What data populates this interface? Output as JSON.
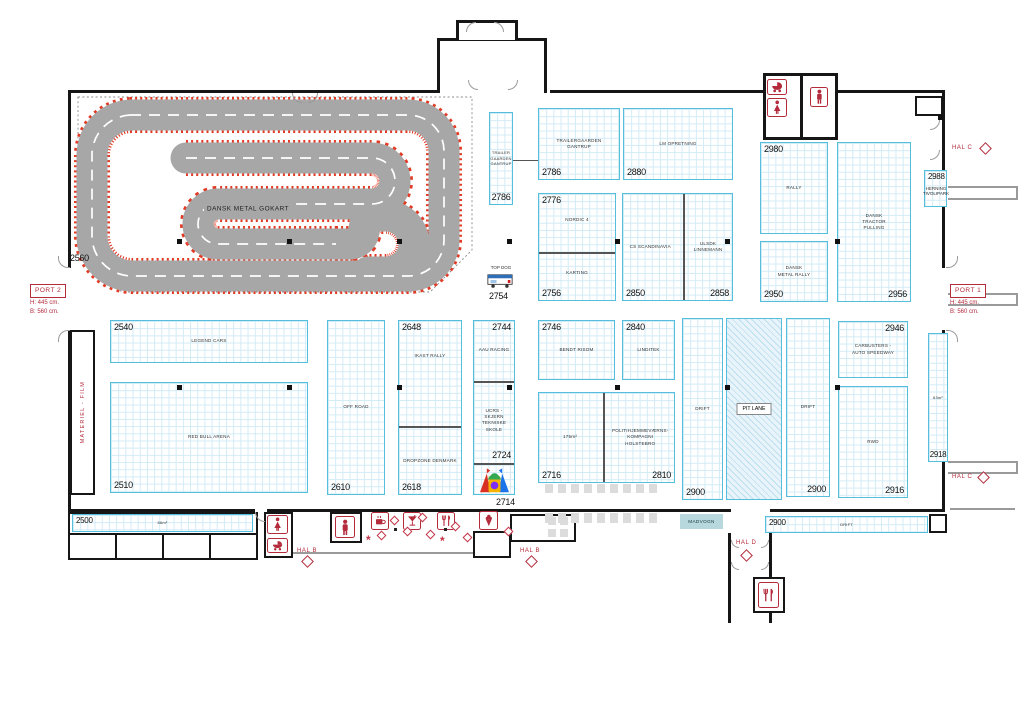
{
  "track": {
    "label": "DANSK METAL GOKART",
    "number": "2560"
  },
  "booths": {
    "t2786s": {
      "number": "2786",
      "label": "TRAILER GAARDEN GANTRUP"
    },
    "t2786": {
      "number": "2786",
      "label": "TRAILERGAARDEN GANTRUP"
    },
    "t2880": {
      "number": "2880",
      "label": "LM OPRETNING"
    },
    "t2776": {
      "number": "2776",
      "label": "NORDIC 4"
    },
    "t2756": {
      "number": "2756",
      "label": "KARTING"
    },
    "t2850": {
      "number": "2850",
      "label": "CS SCANDINAVIA"
    },
    "t2858": {
      "number": "2858",
      "label": "ULSDK LINNEMANN"
    },
    "t2980": {
      "number": "2980",
      "label": "RALLY"
    },
    "t2950": {
      "number": "2950",
      "label": "DANSK METAL RALLY"
    },
    "t2956": {
      "number": "2956",
      "label": "DANSK TRACTOR PULLING"
    },
    "t2988": {
      "number": "2988",
      "label": "HERNING TIVOLIPARK"
    },
    "t2540": {
      "number": "2540",
      "label": "LEGEND CARS"
    },
    "t2510": {
      "number": "2510",
      "label": "RED BULL ARENA"
    },
    "t2610": {
      "number": "2610",
      "label": "OFF ROAD"
    },
    "t2648": {
      "number": "2648",
      "label": "IKAST RALLY"
    },
    "t2618": {
      "number": "2618",
      "label": "DROPZONE DENMARK"
    },
    "t2744": {
      "number": "2744",
      "label": "AAU RACING"
    },
    "t2724": {
      "number": "2724",
      "label": "UCRS - SKJERN TEKNISKE SKOLE"
    },
    "t2714": {
      "number": "2714"
    },
    "t2746": {
      "number": "2746",
      "label": "BENDT RISOM"
    },
    "t2840": {
      "number": "2840",
      "label": "LINDITEK"
    },
    "t2716": {
      "number": "2716",
      "label": "175m²"
    },
    "t2810": {
      "number": "2810",
      "label": "POLITIHJEMMEVÆRNS- KOMPAGNI HOLSTEBRO"
    },
    "t2900l": {
      "number": "2900",
      "label": "DRIFT"
    },
    "pit": {
      "label": "PIT LANE"
    },
    "t2900r": {
      "number": "2900",
      "label": "DRIFT"
    },
    "t2946": {
      "number": "2946",
      "label": "CARBUSTERS - AUTO SPEEDWAY"
    },
    "t2916": {
      "number": "2916",
      "label": "RWD"
    },
    "t2918": {
      "number": "2918",
      "label": "63m²"
    },
    "t2500": {
      "number": "2500",
      "label": "86m²"
    },
    "t2900b": {
      "number": "2900",
      "label": "DRIFT"
    }
  },
  "annotations": {
    "hal_c_top": "HAL C",
    "hal_c_bottom": "HAL C",
    "hal_b_1": "HAL B",
    "hal_b_2": "HAL B",
    "hal_d": "HAL D",
    "port2": {
      "title": "PORT 2",
      "line1": "H: 445 cm.",
      "line2": "B: 560 cm."
    },
    "port1": {
      "title": "PORT 1",
      "line1": "H: 445 cm.",
      "line2": "B: 560 cm."
    },
    "materiel": "MATERIEL - FILM",
    "madvogn": "MADVOGN",
    "topdog_label": "TOP DOG",
    "topdog_number": "2754"
  },
  "icons": [
    "woman-toilet",
    "man-toilet",
    "baby-changing",
    "coffee",
    "cocktail",
    "restaurant",
    "ice-cream",
    "food-truck",
    "bouncy-castle"
  ],
  "colors": {
    "booth_border": "#54bedc",
    "grid_line": "#d2ebf6",
    "annotation_red": "#b42b3c",
    "track_asphalt": "#a7a7a7",
    "track_edge": "#e23a24",
    "madvogn_fill": "#b7d8dd",
    "wall": "#161616"
  }
}
